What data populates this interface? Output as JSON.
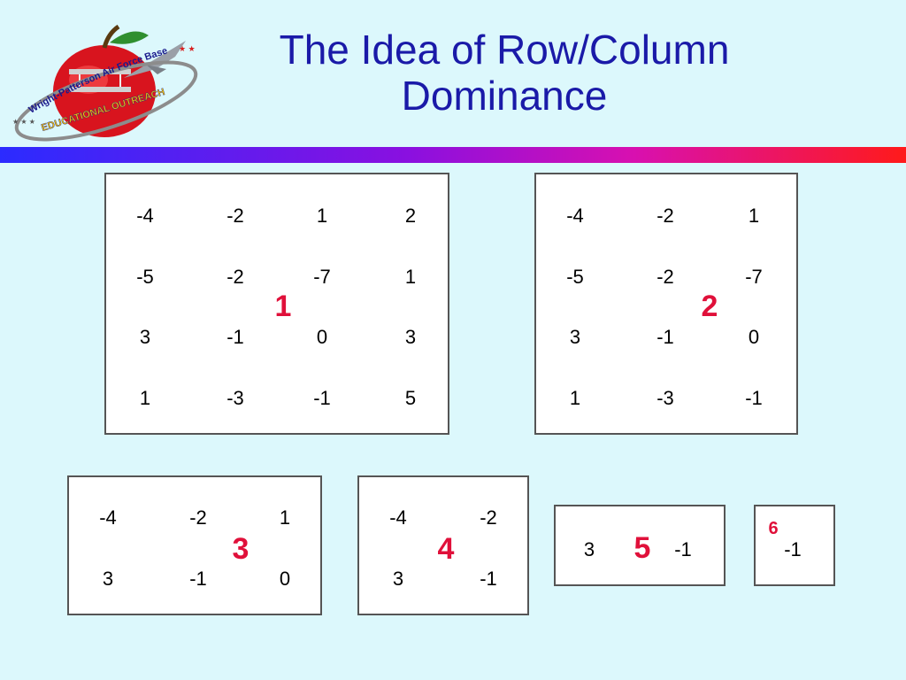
{
  "slide": {
    "title_line1": "The Idea of Row/Column",
    "title_line2": "Dominance",
    "logo": {
      "top_text": "Wright-Patterson Air Force Base",
      "bottom_text": "EDUCATIONAL OUTREACH"
    },
    "colors": {
      "background": "#dcf8fc",
      "title": "#1a1aa8",
      "matrix_number": "#e0103a"
    },
    "matrices": [
      {
        "label": "1",
        "rows": [
          [
            "-4",
            "-2",
            "1",
            "2"
          ],
          [
            "-5",
            "-2",
            "-7",
            "1"
          ],
          [
            "3",
            "-1",
            "0",
            "3"
          ],
          [
            "1",
            "-3",
            "-1",
            "5"
          ]
        ]
      },
      {
        "label": "2",
        "rows": [
          [
            "-4",
            "-2",
            "1"
          ],
          [
            "-5",
            "-2",
            "-7"
          ],
          [
            "3",
            "-1",
            "0"
          ],
          [
            "1",
            "-3",
            "-1"
          ]
        ]
      },
      {
        "label": "3",
        "rows": [
          [
            "-4",
            "-2",
            "1"
          ],
          [
            "3",
            "-1",
            "0"
          ]
        ]
      },
      {
        "label": "4",
        "rows": [
          [
            "-4",
            "-2"
          ],
          [
            "3",
            "-1"
          ]
        ]
      },
      {
        "label": "5",
        "rows": [
          [
            "3",
            "-1"
          ]
        ]
      },
      {
        "label": "6",
        "rows": [
          [
            "-1"
          ]
        ]
      }
    ]
  }
}
